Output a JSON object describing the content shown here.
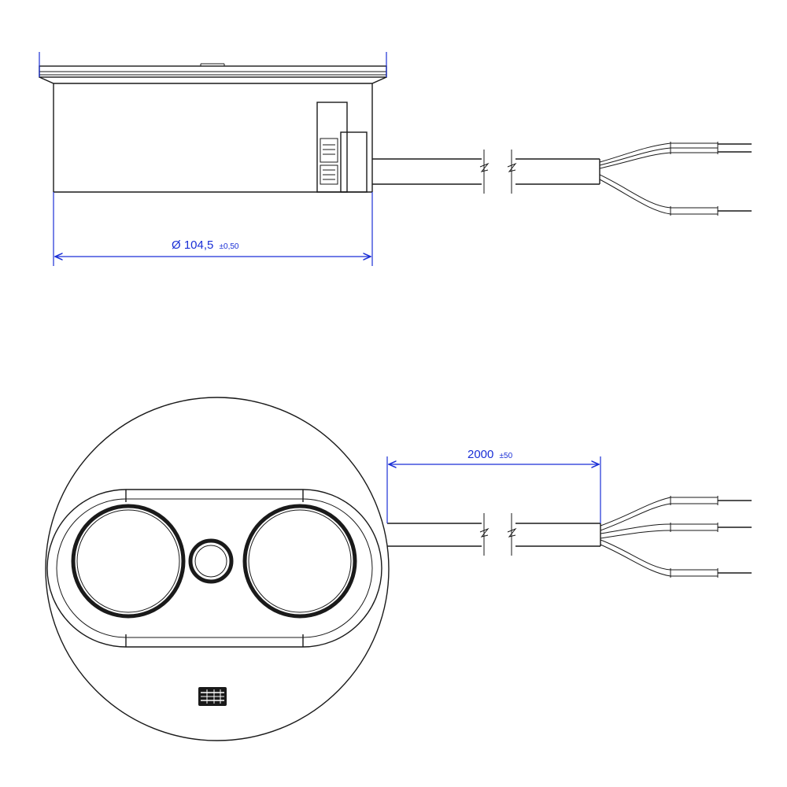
{
  "side_view": {
    "diameter_dimension": {
      "value": "Ø 104,5",
      "tolerance": "±0,50"
    }
  },
  "top_view": {
    "cable_dimension": {
      "value": "2000",
      "tolerance": "±50"
    },
    "logo_icon": "brand-logo-icon"
  },
  "colors": {
    "line": "#1a1a1a",
    "dimension": "#1a2fd6",
    "background": "#ffffff"
  }
}
